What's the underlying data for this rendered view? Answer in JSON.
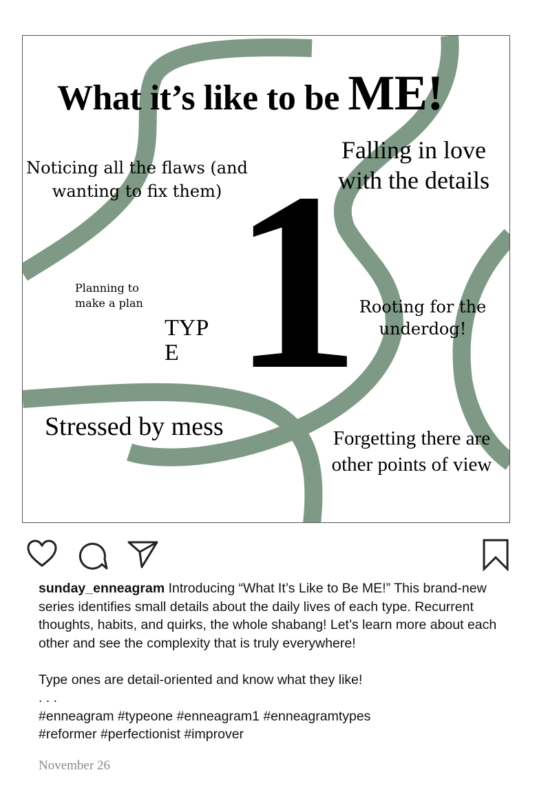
{
  "post": {
    "title_main": "What it’s like to be ",
    "title_emph": "ME!",
    "traits": {
      "flaws": "Noticing all the flaws (and wanting to fix them)",
      "details": "Falling in love with the details",
      "plan": "Planning to make a plan",
      "underdog": "Rooting for the underdog!",
      "mess": "Stressed by mess",
      "forget": "Forgetting there are other points of view"
    },
    "type_label_line1": "TYP",
    "type_label_line2": "E",
    "type_number": "1",
    "stripe_color": "#7e9a86"
  },
  "actions": {
    "like_icon": "heart-icon",
    "comment_icon": "comment-icon",
    "share_icon": "paper-plane-icon",
    "save_icon": "bookmark-icon"
  },
  "caption": {
    "username": "sunday_enneagram",
    "intro": "Introducing “What It’s Like to Be ME!” This brand-new series identifies small details about the daily lives of each type. Recurrent thoughts, habits, and quirks, the whole shabang! Let’s learn more about each other and see the complexity that is truly everywhere!",
    "line2": "Type ones are detail-oriented and know what they like!",
    "dots": ". . .",
    "hashtags_line1": "#enneagram #typeone #enneagram1 #enneagramtypes",
    "hashtags_line2": "#reformer #perfectionist #improver"
  },
  "date": "November 26"
}
